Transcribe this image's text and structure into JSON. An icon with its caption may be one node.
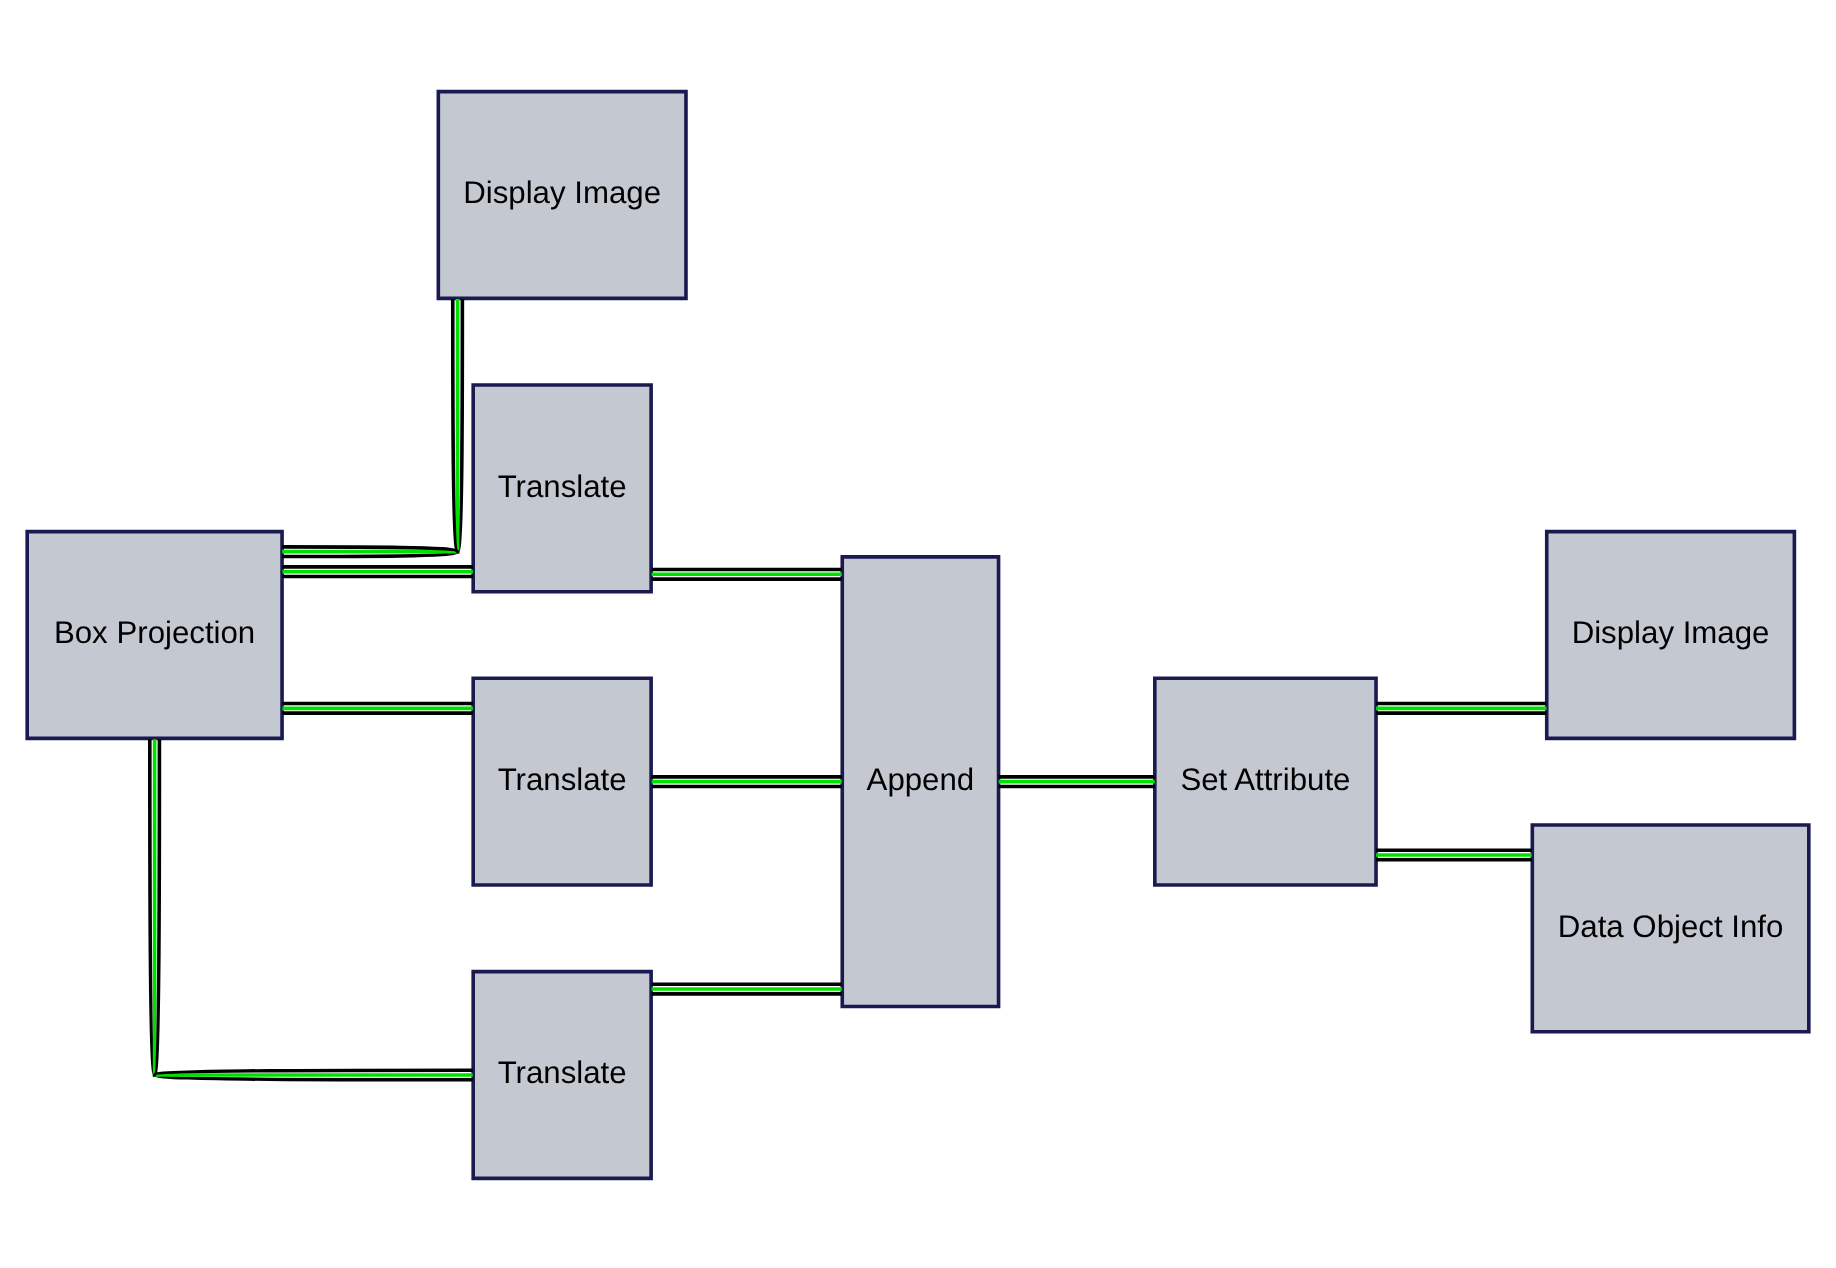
{
  "diagram": {
    "nodes": [
      {
        "text": [
          "Display Image"
        ]
      },
      {
        "text": [
          "Box Projection"
        ]
      },
      {
        "text": [
          "Translate"
        ]
      },
      {
        "text": [
          "Translate"
        ]
      },
      {
        "text": [
          "Translate"
        ]
      },
      {
        "text": [
          "Append"
        ]
      },
      {
        "text": [
          "Set Attribute"
        ]
      },
      {
        "text": [
          "Display Image"
        ]
      },
      {
        "text": [
          "Data Object Info"
        ]
      }
    ],
    "edges": [
      {
        "from": 1,
        "to": 0,
        "arrow": "none"
      },
      {
        "from": 1,
        "to": 2,
        "arrow": "none"
      },
      {
        "from": 1,
        "to": 3,
        "arrow": "none"
      },
      {
        "from": 1,
        "to": 4,
        "arrow": "none"
      },
      {
        "from": 2,
        "to": 5,
        "arrow": "none"
      },
      {
        "from": 3,
        "to": 5,
        "arrow": "none"
      },
      {
        "from": 4,
        "to": 5,
        "arrow": "none"
      },
      {
        "from": 5,
        "to": 6,
        "arrow": "none"
      },
      {
        "from": 6,
        "to": 7,
        "arrow": "none"
      },
      {
        "from": 6,
        "to": 8,
        "arrow": "none"
      }
    ]
  }
}
